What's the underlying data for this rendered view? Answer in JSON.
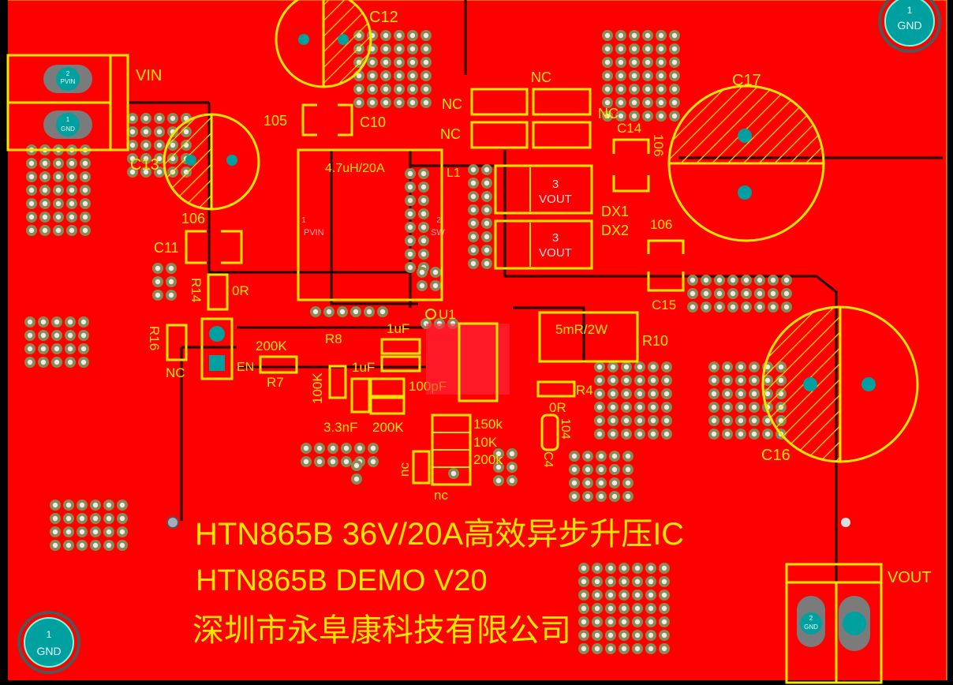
{
  "colors": {
    "copper": "#ff0000",
    "silkscreen": "#f5e600",
    "background": "#000000",
    "trace": "#1a0000",
    "via": "#8a8a55",
    "pad_teal": "#00a0a0",
    "pad_pink": "#ff5a70"
  },
  "title": {
    "line1": "HTN865B 36V/20A高效异步升压IC",
    "line2": "HTN865B  DEMO  V20",
    "line3": "深圳市永阜康科技有限公司"
  },
  "connectors": {
    "vin_label": "VIN",
    "vout_label": "VOUT",
    "pvin_pin_num": "2",
    "pvin_pin": "PVIN",
    "gnd_pin_num": "1",
    "gnd_pin": "GND",
    "vout_pin2": "2",
    "vout_pin2_name": "GND"
  },
  "mount_holes": {
    "hole_num": "1",
    "hole_name": "GND"
  },
  "components": {
    "c12": "C12",
    "c13": "C13",
    "c10": "C10",
    "c10_val": "105",
    "c11": "C11",
    "c11_val": "106",
    "c14": "C14",
    "c14_val": "106",
    "c15": "C15",
    "c15_val": "106",
    "c16": "C16",
    "c17": "C17",
    "c4": "C4",
    "c4_val": "104",
    "l1": "L1",
    "l1_val": "4.7uH/20A",
    "l1_pin1_num": "1",
    "l1_pin1": "PVIN",
    "l1_pin2_num": "2",
    "l1_pin2": "SW",
    "dx1": "DX1",
    "dx2": "DX2",
    "dx_pin_num": "3",
    "dx_pin": "VOUT",
    "nc_top": "NC",
    "nc_left1": "NC",
    "nc_left2": "NC",
    "nc_right": "NC",
    "u1": "U1",
    "r10": "R10",
    "r10_val": "5mR/2W",
    "r14": "R14",
    "r14_val": "0R",
    "r16": "R16",
    "r16_val": "NC",
    "en": "EN",
    "r7": "R7",
    "r7_val": "200K",
    "r8": "R8",
    "cap_1uf_a": "1uF",
    "cap_1uf_b": "1uF",
    "r_100k": "100K",
    "cap_100pf": "100pF",
    "cap_33nf": "3.3nF",
    "r_200k_b": "200K",
    "r4": "R4",
    "r4_val": "0R",
    "r_150k": "150k",
    "r_10k": "10K",
    "r_200k_c": "200k",
    "nc_bottom": "nc",
    "nc_left_small": "nc"
  }
}
